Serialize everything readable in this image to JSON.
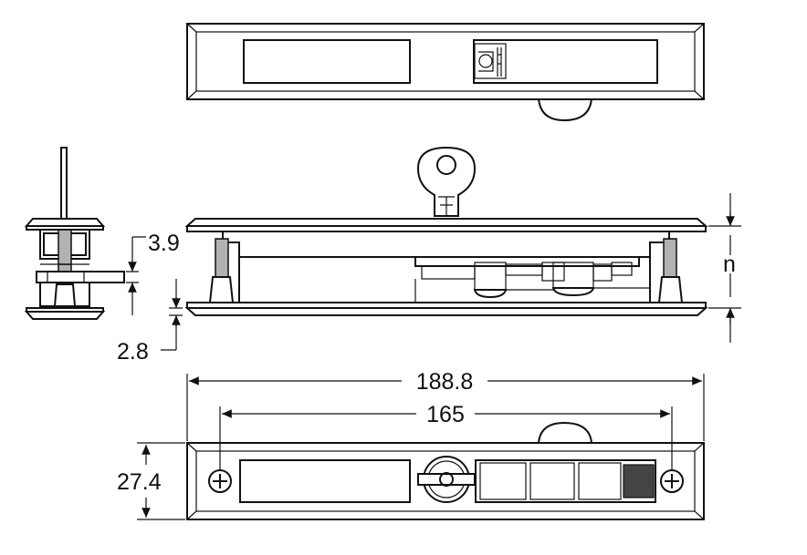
{
  "dimensions": {
    "overall_length": "188.8",
    "screw_spacing": "165",
    "faceplate_height": "27.4",
    "upper_offset": "3.9",
    "lower_offset": "2.8",
    "adjustable_height": "n"
  }
}
